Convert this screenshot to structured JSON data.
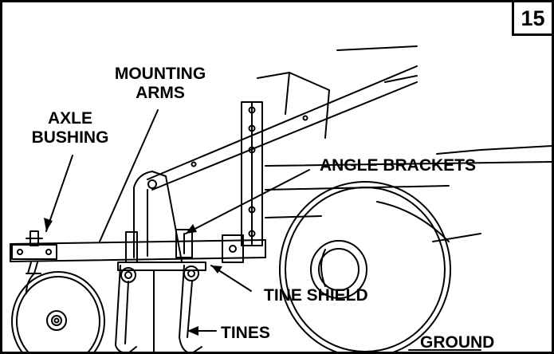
{
  "figure": {
    "number": "15"
  },
  "labels": {
    "mounting_arms_1": "MOUNTING",
    "mounting_arms_2": "ARMS",
    "axle_bushing_1": "AXLE",
    "axle_bushing_2": "BUSHING",
    "angle_brackets": "ANGLE BRACKETS",
    "tine_shield": "TINE SHIELD",
    "tines": "TINES",
    "ground": "GROUND"
  }
}
